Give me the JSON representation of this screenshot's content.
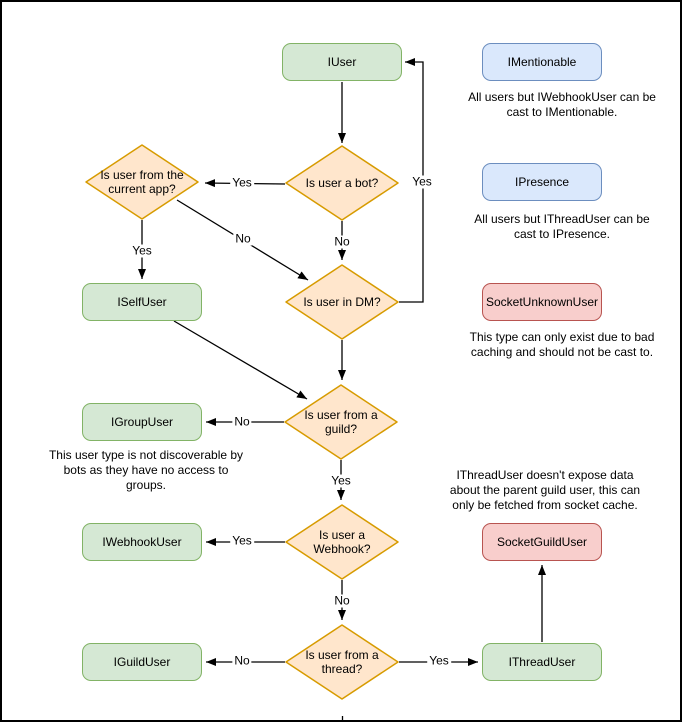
{
  "colors": {
    "interface_fill": "#d5e8d4",
    "interface_stroke": "#82b366",
    "decision_fill": "#ffe6cc",
    "decision_stroke": "#d79b00",
    "castable_fill": "#dae8fc",
    "castable_stroke": "#6c8ebf",
    "socket_fill": "#f8cecc",
    "socket_stroke": "#b85450",
    "edge_color": "#000000",
    "text_color": "#000000"
  },
  "nodes": {
    "iuser": {
      "label": "IUser"
    },
    "imentionable": {
      "label": "IMentionable"
    },
    "ipresence": {
      "label": "IPresence"
    },
    "socket_unknown_user": {
      "label": "SocketUnknownUser"
    },
    "iself_user": {
      "label": "ISelfUser"
    },
    "igroup_user": {
      "label": "IGroupUser"
    },
    "iwebhook_user": {
      "label": "IWebhookUser"
    },
    "socket_guild_user": {
      "label": "SocketGuildUser"
    },
    "iguild_user": {
      "label": "IGuildUser"
    },
    "ithread_user": {
      "label": "IThreadUser"
    }
  },
  "decisions": {
    "is_bot": {
      "label": "Is user a bot?"
    },
    "is_current_app": {
      "label": "Is user from the current app?"
    },
    "is_dm": {
      "label": "Is user in DM?"
    },
    "is_guild": {
      "label": "Is user from a guild?"
    },
    "is_webhook": {
      "label": "Is user a Webhook?"
    },
    "is_thread": {
      "label": "Is user from a thread?"
    }
  },
  "edge_labels": {
    "bot_yes": "Yes",
    "bot_no": "No",
    "app_yes": "Yes",
    "app_no": "No",
    "dm_yes": "Yes",
    "guild_no": "No",
    "guild_yes": "Yes",
    "webhook_yes": "Yes",
    "webhook_no": "No",
    "thread_no": "No",
    "thread_yes": "Yes"
  },
  "annotations": {
    "imentionable_note": {
      "lines": [
        "All users but IWebhookUser can be",
        "cast to IMentionable."
      ]
    },
    "ipresence_note": {
      "lines": [
        "All users but IThreadUser can be",
        "cast to IPresence."
      ]
    },
    "socket_unknown_note": {
      "lines": [
        "This type can only exist due to bad",
        "caching and should not be cast to."
      ]
    },
    "igroup_note": {
      "lines": [
        "This user type is not discoverable by",
        "bots as they have no access to",
        "groups."
      ]
    },
    "socket_guild_note": {
      "lines": [
        "IThreadUser doesn't expose data",
        "about the parent guild user, this can",
        "only be fetched from socket cache."
      ]
    }
  }
}
